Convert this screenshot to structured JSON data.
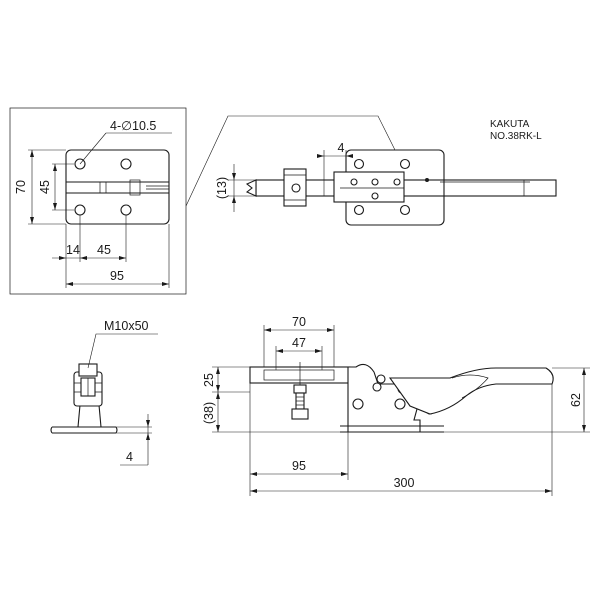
{
  "maker": "KAKUTA",
  "model": "NO.38RK-L",
  "detail_view": {
    "hole_spec": "4-∅10.5",
    "height_outer": "70",
    "height_inner": "45",
    "offset_left": "14",
    "hole_pitch_x": "45",
    "width_total": "95"
  },
  "top_view": {
    "stroke_dim": "4",
    "height_dim": "(13)"
  },
  "end_view": {
    "bolt_spec": "M10x50",
    "base_thickness": "4"
  },
  "side_view": {
    "width_70": "70",
    "width_47": "47",
    "height_25": "25",
    "height_38": "(38)",
    "height_62": "62",
    "base_length": "95",
    "total_length": "300"
  }
}
